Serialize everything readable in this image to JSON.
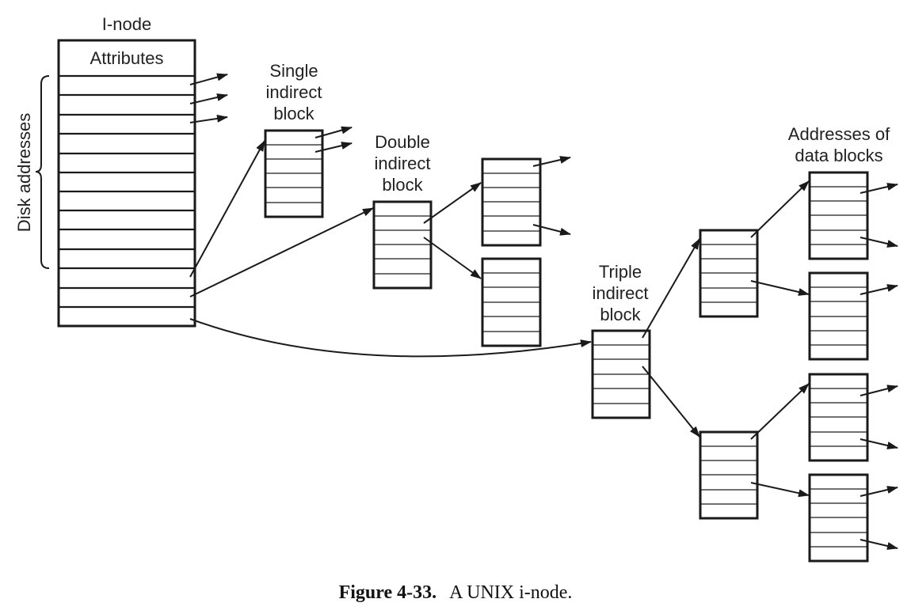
{
  "labels": {
    "inode": "I-node",
    "attributes": "Attributes",
    "disk_addresses": "Disk addresses",
    "single_indirect": [
      "Single",
      "indirect",
      "block"
    ],
    "double_indirect": [
      "Double",
      "indirect",
      "block"
    ],
    "triple_indirect": [
      "Triple",
      "indirect",
      "block"
    ],
    "data_block_addresses": [
      "Addresses of",
      "data blocks"
    ]
  },
  "caption": {
    "figure": "Figure 4-33.",
    "text": "A UNIX i-node."
  },
  "colors": {
    "ink": "#1a1a1a",
    "background": "#ffffff"
  }
}
